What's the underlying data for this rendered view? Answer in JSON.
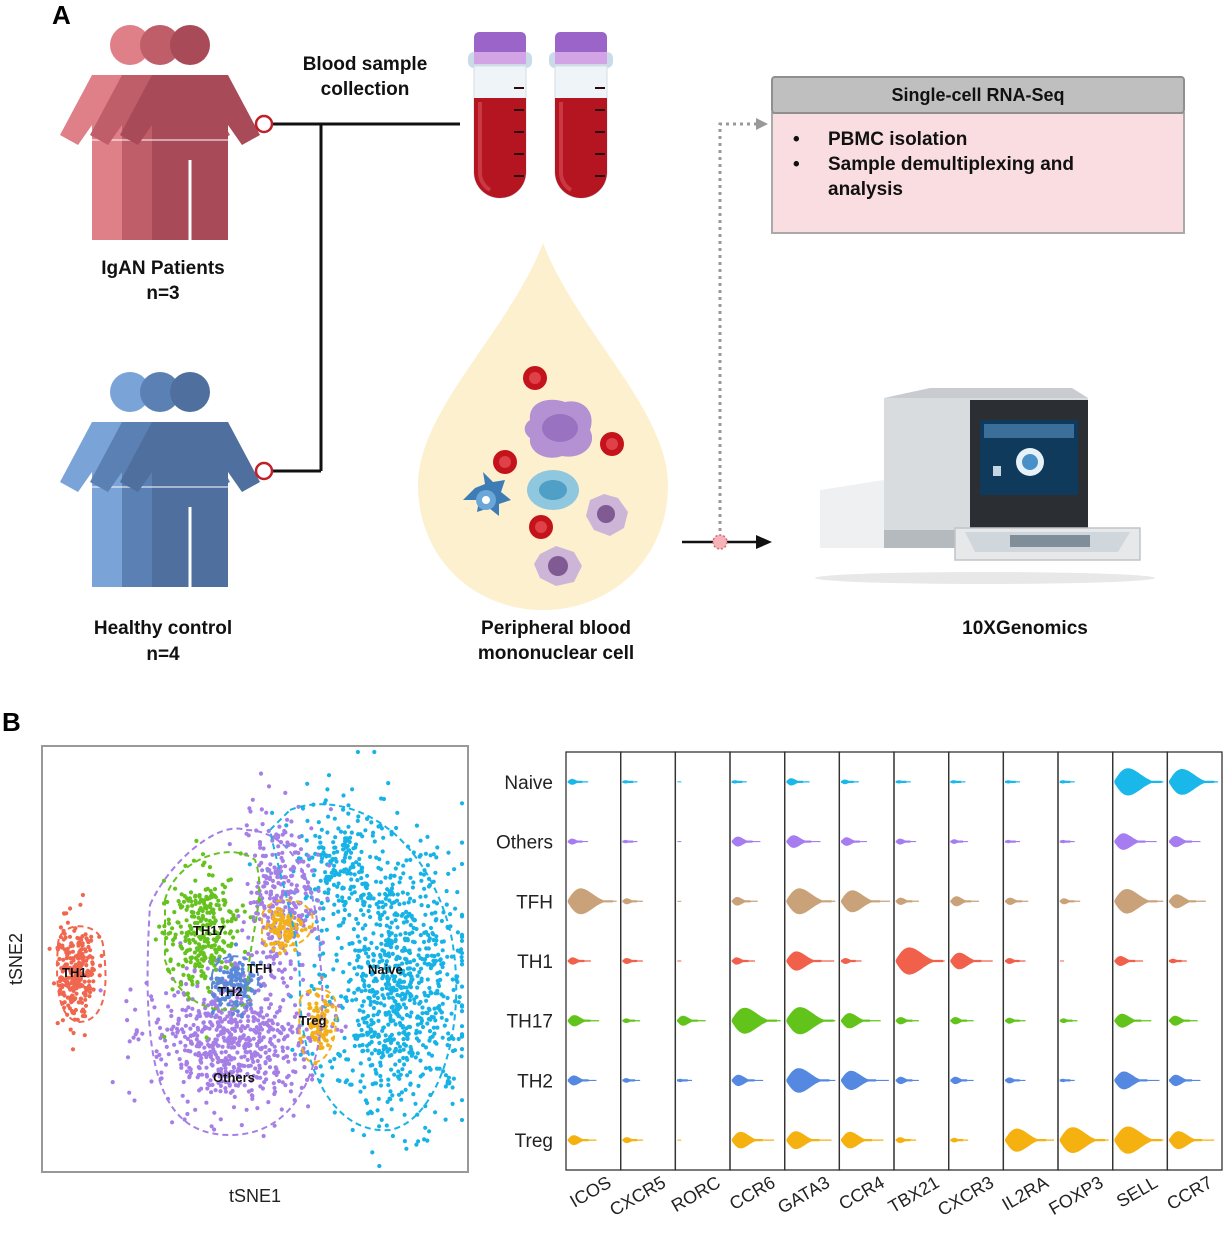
{
  "panel_a": {
    "letter": "A",
    "blood_sample_title": [
      "Blood sample",
      "collection"
    ],
    "patients": {
      "title": "IgAN Patients",
      "count": "n=3"
    },
    "controls": {
      "title": "Healthy control",
      "count": "n=4"
    },
    "pbmc_label": [
      "Peripheral blood",
      "mononuclear cell"
    ],
    "sequencer_label": "10XGenomics",
    "scrna_box": {
      "title": "Single-cell RNA-Seq",
      "items": [
        "PBMC isolation",
        "Sample demultiplexing and",
        "analysis"
      ],
      "bullet": "•"
    },
    "colors": {
      "patients": "#c0606b",
      "controls": "#5b80b3",
      "box_fill": "#fadde1",
      "box_header": "#bfbfbf",
      "drop": "#fdf0cf",
      "rbc": "#c4131a",
      "tube_cap": "#9b64c8",
      "tube_blood": "#b51521"
    }
  },
  "panel_b": {
    "letter": "B",
    "tsne": {
      "xlabel": "tSNE1",
      "ylabel": "tSNE2",
      "clusters": [
        {
          "name": "TH1",
          "color": "#f0674f"
        },
        {
          "name": "TH17",
          "color": "#66c21f"
        },
        {
          "name": "TFH",
          "color": "#f2b01a"
        },
        {
          "name": "TH2",
          "color": "#5b88d8"
        },
        {
          "name": "Treg",
          "color": "#f2b01a"
        },
        {
          "name": "Naive",
          "color": "#17b2e6"
        },
        {
          "name": "Others",
          "color": "#a57fe6"
        }
      ]
    },
    "chart_data": {
      "type": "violin",
      "title": "",
      "xlabel": "",
      "ylabel": "",
      "rows": [
        "Naive",
        "Others",
        "TFH",
        "TH1",
        "TH17",
        "TH2",
        "Treg"
      ],
      "row_colors": [
        "#1ab8ea",
        "#a67df0",
        "#c9a27a",
        "#f0604a",
        "#62c41a",
        "#5588e0",
        "#f5b10f"
      ],
      "genes": [
        "ICOS",
        "CXCR5",
        "RORC",
        "CCR6",
        "GATA3",
        "CCR4",
        "TBX21",
        "CXCR3",
        "IL2RA",
        "FOXP3",
        "SELL",
        "CCR7"
      ],
      "expression_level": [
        [
          0.15,
          0.05,
          0.0,
          0.05,
          0.2,
          0.1,
          0.05,
          0.05,
          0.05,
          0.05,
          0.95,
          0.9
        ],
        [
          0.15,
          0.05,
          0.0,
          0.3,
          0.4,
          0.25,
          0.15,
          0.1,
          0.05,
          0.05,
          0.55,
          0.35
        ],
        [
          0.9,
          0.15,
          0.0,
          0.25,
          0.9,
          0.75,
          0.2,
          0.3,
          0.2,
          0.15,
          0.85,
          0.45
        ],
        [
          0.2,
          0.15,
          0.0,
          0.2,
          0.65,
          0.15,
          0.95,
          0.55,
          0.15,
          0.0,
          0.3,
          0.1
        ],
        [
          0.35,
          0.1,
          0.3,
          0.9,
          0.95,
          0.5,
          0.2,
          0.2,
          0.15,
          0.1,
          0.45,
          0.3
        ],
        [
          0.3,
          0.1,
          0.05,
          0.35,
          0.85,
          0.65,
          0.2,
          0.2,
          0.15,
          0.05,
          0.6,
          0.35
        ],
        [
          0.3,
          0.15,
          0.0,
          0.55,
          0.6,
          0.55,
          0.15,
          0.1,
          0.8,
          0.9,
          0.95,
          0.6
        ]
      ]
    }
  }
}
